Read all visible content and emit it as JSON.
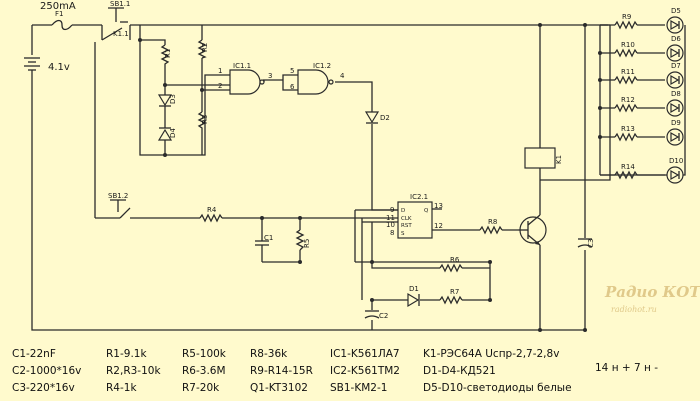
{
  "labels": {
    "current": "250mA",
    "battery": "4.1v",
    "F1": "F1",
    "SB1_1": "SB1.1",
    "K1_1": "K1.1",
    "SB1_2": "SB1.2",
    "R1": "R1",
    "R2": "R2",
    "R3": "R3",
    "R4": "R4",
    "R5": "R5",
    "R6": "R6",
    "R7": "R7",
    "R8": "R8",
    "R9": "R9",
    "R10": "R10",
    "R11": "R11",
    "R12": "R12",
    "R13": "R13",
    "R14": "R14",
    "D1": "D1",
    "D2": "D2",
    "D3": "D3",
    "D4": "D4",
    "D5": "D5",
    "D6": "D6",
    "D7": "D7",
    "D8": "D8",
    "D9": "D9",
    "D10": "D10",
    "C1": "C1",
    "C2": "C2",
    "C3": "C3",
    "K1": "K1",
    "IC1_1": "IC1.1",
    "IC1_2": "IC1.2",
    "IC2_1": "IC2.1",
    "pin1": "1",
    "pin2": "2",
    "pin3": "3",
    "pin4": "4",
    "pin5": "5",
    "pin6": "6",
    "pin9": "9",
    "pin10": "10",
    "pin11": "11",
    "pin12": "12",
    "pin13": "13",
    "pin8": "8",
    "ic2_d": "D",
    "ic2_c": "CLK",
    "ic2_r": "RST",
    "ic2_s": "S",
    "ic2_q": "Q"
  },
  "parts_list": {
    "col1": [
      "C1-22nF",
      "C2-1000*16v",
      "C3-220*16v"
    ],
    "col2": [
      "R1-9.1k",
      "R2,R3-10k",
      "R4-1k"
    ],
    "col3": [
      "R5-100k",
      "R6-3.6M",
      "R7-20k"
    ],
    "col4": [
      "R8-36k",
      "R9-R14-15R",
      "Q1-KT3102"
    ],
    "col5": [
      "IC1-K561ЛА7",
      "IC2-K561TM2",
      "SB1-KM2-1"
    ],
    "col6": [
      "K1-PЭC64A  Ucпр-2,7-2,8v",
      "D1-D4-КД521",
      "D5-D10-светодиоды белые"
    ],
    "note": "14 н +   7 н -"
  },
  "watermark": {
    "line1": "Радио КОТ",
    "line2": "radiohot.ru"
  },
  "colors": {
    "background": "#fffacd",
    "line": "#2b2b2b"
  }
}
